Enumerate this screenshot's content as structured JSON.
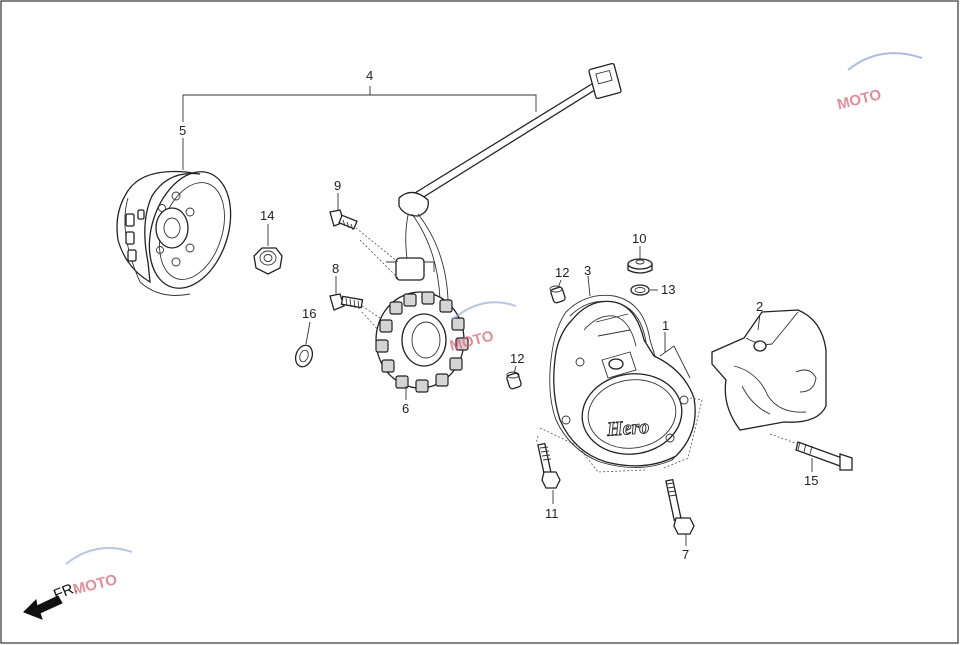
{
  "callouts": [
    {
      "id": "c1",
      "label": "1"
    },
    {
      "id": "c2",
      "label": "2"
    },
    {
      "id": "c3",
      "label": "3"
    },
    {
      "id": "c4",
      "label": "4"
    },
    {
      "id": "c5",
      "label": "5"
    },
    {
      "id": "c6",
      "label": "6"
    },
    {
      "id": "c7",
      "label": "7"
    },
    {
      "id": "c8",
      "label": "8"
    },
    {
      "id": "c9",
      "label": "9"
    },
    {
      "id": "c10",
      "label": "10"
    },
    {
      "id": "c11",
      "label": "11"
    },
    {
      "id": "c12a",
      "label": "12"
    },
    {
      "id": "c12b",
      "label": "12"
    },
    {
      "id": "c13",
      "label": "13"
    },
    {
      "id": "c14",
      "label": "14"
    },
    {
      "id": "c15",
      "label": "15"
    },
    {
      "id": "c16",
      "label": "16"
    }
  ],
  "direction_label": "FR.",
  "cover_logo": "Hero",
  "watermark": "MOTO",
  "colors": {
    "line": "#222222",
    "watermark": "#d96a7a",
    "frame": "#333333"
  }
}
